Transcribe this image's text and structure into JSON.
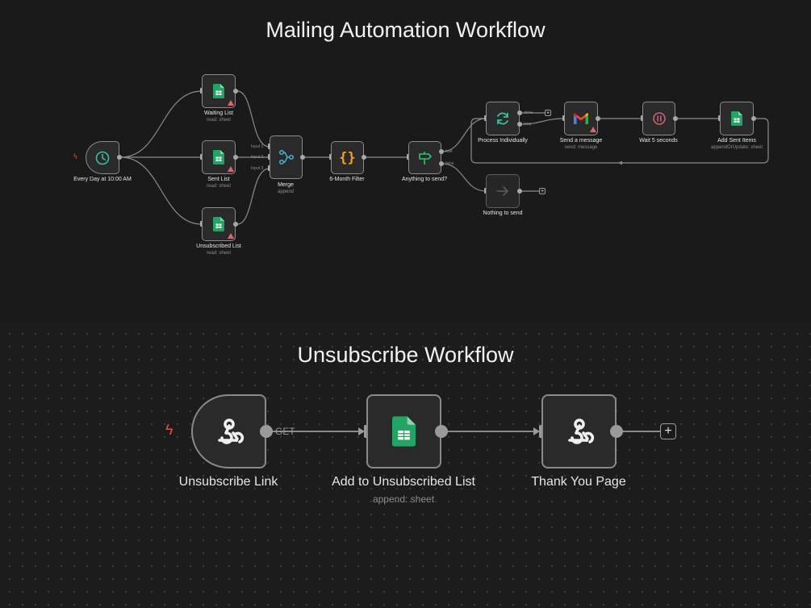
{
  "mailing_workflow": {
    "title": "Mailing Automation Workflow",
    "nodes": {
      "trigger": {
        "label": "Every Day at 10:00 AM",
        "icon": "clock-icon"
      },
      "waiting_list": {
        "label": "Waiting List",
        "sub": "read: sheet",
        "icon": "google-sheets-icon",
        "warning": true
      },
      "sent_list": {
        "label": "Sent List",
        "sub": "read: sheet",
        "icon": "google-sheets-icon",
        "warning": true
      },
      "unsubscribed_list": {
        "label": "Unsubscribed List",
        "sub": "read: sheet",
        "icon": "google-sheets-icon",
        "warning": true
      },
      "merge": {
        "label": "Merge",
        "sub": "append",
        "icon": "merge-icon",
        "inputs": [
          "Input 1",
          "Input 2",
          "Input 3"
        ]
      },
      "filter": {
        "label": "6-Month Filter",
        "icon": "code-braces-icon"
      },
      "if": {
        "label": "Anything to send?",
        "icon": "signpost-icon",
        "outputs": [
          "true",
          "false"
        ]
      },
      "process": {
        "label": "Process Individually",
        "icon": "loop-icon",
        "outputs": [
          "done",
          "loop"
        ]
      },
      "send": {
        "label": "Send a message",
        "sub": "send: message",
        "icon": "gmail-icon",
        "warning": true
      },
      "wait": {
        "label": "Wait 5 seconds",
        "icon": "pause-icon"
      },
      "add_sent": {
        "label": "Add Sent Items",
        "sub": "appendOrUpdate: sheet",
        "icon": "google-sheets-icon"
      },
      "nothing": {
        "label": "Nothing to send",
        "icon": "arrow-right-icon"
      }
    }
  },
  "unsubscribe_workflow": {
    "title": "Unsubscribe Workflow",
    "nodes": {
      "webhook": {
        "label": "Unsubscribe Link",
        "icon": "webhook-icon",
        "method": "GET"
      },
      "add_unsub": {
        "label": "Add to Unsubscribed List",
        "sub": "append: sheet",
        "icon": "google-sheets-icon"
      },
      "thank_you": {
        "label": "Thank You Page",
        "icon": "webhook-icon"
      }
    }
  },
  "symbols": {
    "plus": "+",
    "bolt": "ϟ"
  },
  "colors": {
    "background": "#1a1a1a",
    "node_fill": "#2a2a2a",
    "node_border": "#8a8a8a",
    "wire": "#8a8a8a",
    "trigger_bolt": "#e0523e",
    "sheets_green": "#21a464",
    "clock_teal": "#3bbfa0",
    "merge_blue": "#3fb6d6",
    "code_orange": "#f0a030",
    "if_green": "#28c76f",
    "wait_red": "#c7606f",
    "warning_red": "#e0656a"
  }
}
